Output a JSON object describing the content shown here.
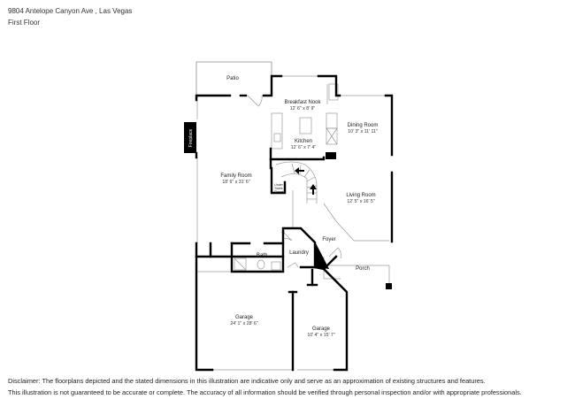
{
  "header": {
    "address": "9804 Antelope Canyon Ave , Las Vegas",
    "floor": "First Floor"
  },
  "rooms": {
    "patio": {
      "name": "Patio"
    },
    "breakfast_nook": {
      "name": "Breakfast Nook",
      "dims": "12' 6\" x 8' 9\""
    },
    "kitchen": {
      "name": "Kitchen",
      "dims": "12' 6\" x 7' 4\""
    },
    "dining_room": {
      "name": "Dining Room",
      "dims": "10' 3\" x 11' 11\""
    },
    "family_room": {
      "name": "Family Room",
      "dims": "18' 6\" x 31' 6\""
    },
    "living_room": {
      "name": "Living Room",
      "dims": "12' 5\" x 16' 5\""
    },
    "under_stairs_closet": {
      "line1": "Under",
      "line2": "Stairs",
      "line3": "Closet"
    },
    "foyer": {
      "name": "Foyer"
    },
    "laundry": {
      "name": "Laundry"
    },
    "bath": {
      "name": "Bath"
    },
    "porch": {
      "name": "Porch"
    },
    "garage_main": {
      "name": "Garage",
      "dims": "24' 1\" x 28' 6\""
    },
    "garage_small": {
      "name": "Garage",
      "dims": "10' 4\" x 15' 7\""
    },
    "fireplace": {
      "name": "Fireplace"
    }
  },
  "disclaimer": {
    "line1": "Disclaimer: The floorplans depicted and the stated dimensions in this illustration are indicative only and serve as an approximation of existing structures and features.",
    "line2": "This illustration is not guaranteed to be accurate or complete. The accuracy of all information should be verified through personal inspection and/or with appropriate professionals."
  },
  "colors": {
    "wall": "#000000",
    "thin": "#8a8a8a",
    "background": "#ffffff"
  }
}
